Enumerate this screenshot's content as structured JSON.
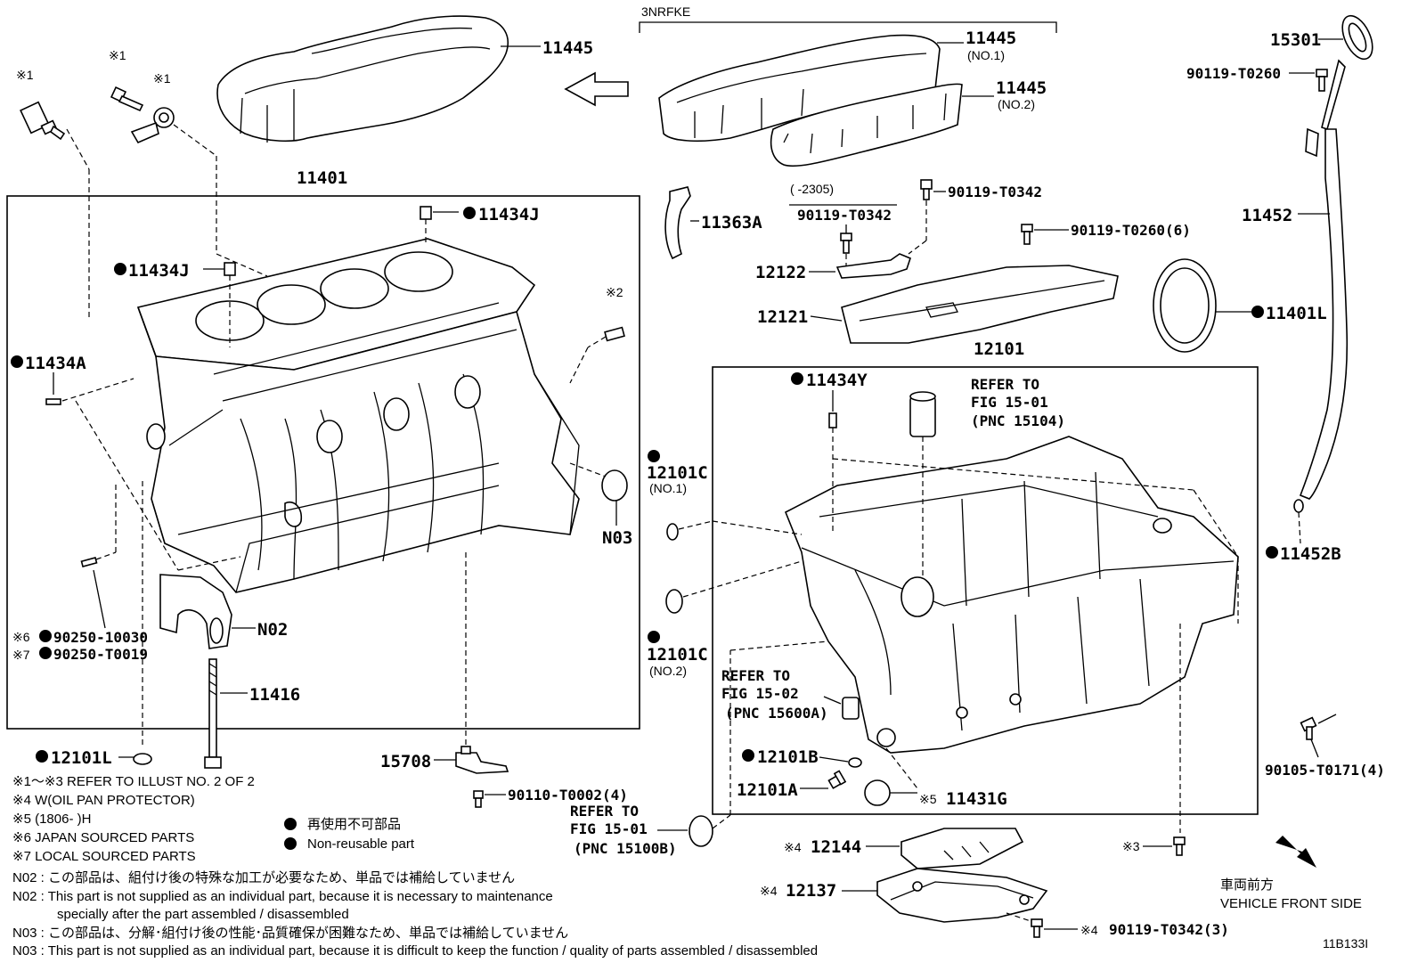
{
  "header": {
    "variant_label": "3NRFKE",
    "date_range": "(      -2305)",
    "diagram_id": "11B133I"
  },
  "labels": {
    "p11445_main": "11445",
    "p11445_no1": "11445",
    "p11445_no1_sub": "(NO.1)",
    "p11445_no2": "11445",
    "p11445_no2_sub": "(NO.2)",
    "p15301": "15301",
    "p90119_t0260_top": "90119-T0260",
    "p11401": "11401",
    "p11434j_1": "11434J",
    "p11434j_2": "11434J",
    "p11363a": "11363A",
    "p90119_t0342_a": "90119-T0342",
    "p90119_t0342_b": "90119-T0342",
    "p90119_t0260_6": "90119-T0260(6)",
    "p11452": "11452",
    "p12122": "12122",
    "p12121": "12121",
    "p11401l": "11401L",
    "p11434a": "11434A",
    "p12101": "12101",
    "p11434y": "11434Y",
    "ref_1501a_1": "REFER TO",
    "ref_1501a_2": "FIG 15-01",
    "ref_1501a_3": "(PNC 15104)",
    "p12101c_1": "12101C",
    "p12101c_1_sub": "(NO.1)",
    "pn03": "N03",
    "p11452b": "11452B",
    "p12101c_2": "12101C",
    "p12101c_2_sub": "(NO.2)",
    "ref_1502_1": "REFER TO",
    "ref_1502_2": "FIG 15-02",
    "ref_1502_3": "(PNC 15600A)",
    "pn02": "N02",
    "p90250_10030": "90250-10030",
    "p90250_t0019": "90250-T0019",
    "p11416": "11416",
    "p90105_t0171": "90105-T0171(4)",
    "p12101l": "12101L",
    "p15708": "15708",
    "p12101b": "12101B",
    "p12101a": "12101A",
    "p11431g": "11431G",
    "p90110_t0002": "90110-T0002(4)",
    "ref_1501b_1": "REFER TO",
    "ref_1501b_2": "FIG 15-01",
    "ref_1501b_3": "(PNC 15100B)",
    "p12144": "12144",
    "p12137": "12137",
    "p90119_t0342_3": "90119-T0342(3)",
    "vehicle_front_jp": "車両前方",
    "vehicle_front_en": "VEHICLE FRONT SIDE"
  },
  "marks": {
    "m1": "※1",
    "m2": "※2",
    "m3": "※3",
    "m4": "※4",
    "m5": "※5",
    "m6": "※6",
    "m7": "※7"
  },
  "notes": {
    "n1": "※1～※3  REFER TO ILLUST NO. 2 OF 2",
    "n4": "※4 W(OIL PAN PROTECTOR)",
    "n5": "※5 (1806-       )H",
    "n6": "※6 JAPAN SOURCED PARTS",
    "n7": "※7 LOCAL SOURCED PARTS",
    "legend_jp": "再使用不可部品",
    "legend_en": "Non-reusable part",
    "n02_jp": "N02 : この部品は、組付け後の特殊な加工が必要なため、単品では補給していません",
    "n02_en1": "N02 : This part is not supplied as an individual part, because it is necessary to maintenance",
    "n02_en2": "specially after the part assembled / disassembled",
    "n03_jp": "N03 : この部品は、分解･組付け後の性能･品質確保が困難なため、単品では補給していません",
    "n03_en": "N03 : This part is not supplied as an individual part, because it is difficult to keep the function / quality of parts  assembled / disassembled"
  }
}
